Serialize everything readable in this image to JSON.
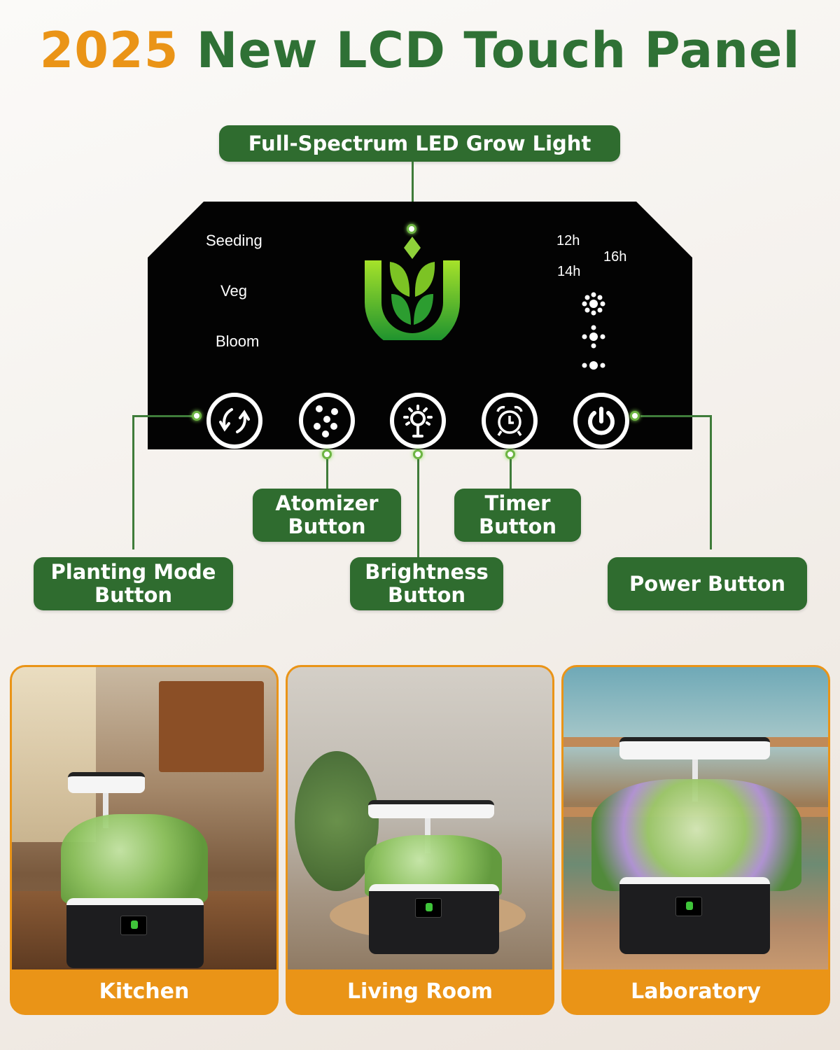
{
  "title": {
    "year": "2025",
    "rest": "New LCD Touch Panel"
  },
  "callouts": {
    "grow_light": "Full-Spectrum LED Grow Light",
    "atomizer": [
      "Atomizer",
      "Button"
    ],
    "timer": [
      "Timer",
      "Button"
    ],
    "planting_mode": [
      "Planting Mode",
      "Button"
    ],
    "brightness": [
      "Brightness",
      "Button"
    ],
    "power": "Power Button"
  },
  "panel": {
    "modes": [
      "Seeding",
      "Veg",
      "Bloom"
    ],
    "hours": {
      "h12": "12h",
      "h14": "14h",
      "h16": "16h"
    },
    "buttons": [
      "planting-mode",
      "atomizer",
      "brightness",
      "timer",
      "power"
    ]
  },
  "scenes": [
    {
      "label": "Kitchen"
    },
    {
      "label": "Living Room"
    },
    {
      "label": "Laboratory"
    }
  ],
  "colors": {
    "orange": "#ea9417",
    "green": "#2f6c2f",
    "title_green": "#2f7135"
  }
}
